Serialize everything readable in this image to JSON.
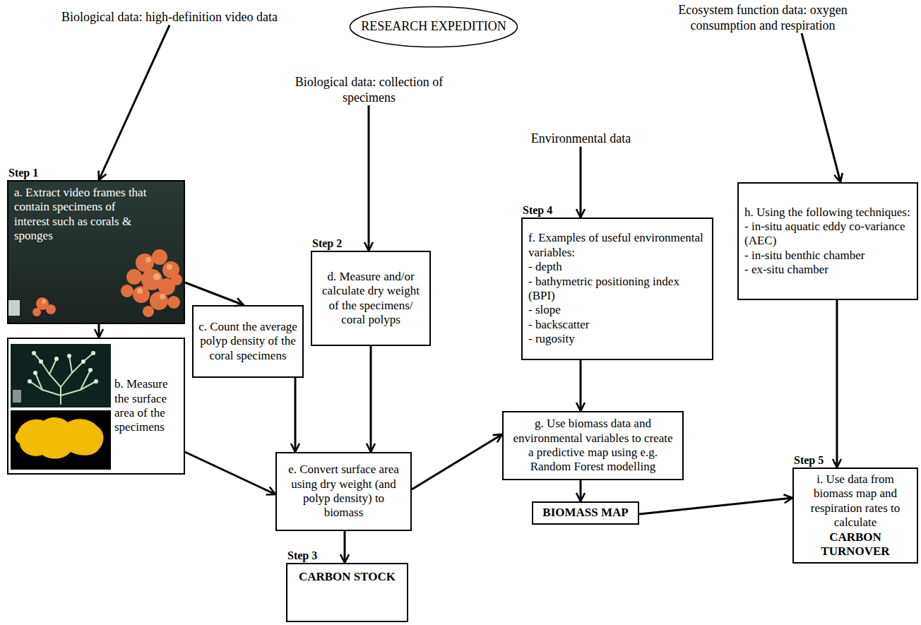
{
  "diagram": {
    "nodes": [
      {
        "text": [
          "RESEARCH EXPEDITION"
        ]
      },
      {
        "text": [
          "Biological data: high-definition video data"
        ]
      },
      {
        "text": [
          "Biological data: collection of specimens"
        ]
      },
      {
        "text": [
          "Environmental data"
        ]
      },
      {
        "text": [
          "Ecosystem function data: oxygen consumption and respiration"
        ]
      },
      {
        "text": [
          "Step 1",
          "a. Extract video frames that contain specimens of interest such as corals & sponges"
        ]
      },
      {
        "text": [
          "Step 2",
          "d. Measure and/or calculate dry weight of the specimens/ coral polyps"
        ]
      },
      {
        "text": [
          "Step 4",
          "f. Examples of useful environmental variables:",
          "- depth",
          "- bathymetric positioning index (BPI)",
          "- slope",
          "- backscatter",
          "- rugosity"
        ]
      },
      {
        "text": [
          "h. Using the following techniques:",
          "- in-situ aquatic eddy co-variance (AEC)",
          "- in-situ benthic chamber",
          "- ex-situ chamber"
        ]
      },
      {
        "text": [
          "b. Measure the surface area of the specimens"
        ]
      },
      {
        "text": [
          "c. Count the average polyp density of the coral specimens"
        ]
      },
      {
        "text": [
          "e. Convert surface area using dry weight (and polyp density) to biomass"
        ]
      },
      {
        "text": [
          "g. Use biomass data and environmental variables to create a predictive map using e.g. Random Forest modelling"
        ]
      },
      {
        "text": [
          "Step 5",
          "i. Use data from biomass map and respiration rates to calculate",
          "CARBON TURNOVER"
        ]
      },
      {
        "text": [
          "Step 3",
          "CARBON STOCK"
        ]
      },
      {
        "text": [
          "BIOMASS MAP"
        ]
      }
    ],
    "edges": [
      {
        "from": 1,
        "to": 5,
        "arrow": "to"
      },
      {
        "from": 2,
        "to": 6,
        "arrow": "to"
      },
      {
        "from": 3,
        "to": 7,
        "arrow": "to"
      },
      {
        "from": 4,
        "to": 8,
        "arrow": "to"
      },
      {
        "from": 5,
        "to": 9,
        "arrow": "to"
      },
      {
        "from": 5,
        "to": 10,
        "arrow": "to"
      },
      {
        "from": 9,
        "to": 11,
        "arrow": "to"
      },
      {
        "from": 10,
        "to": 11,
        "arrow": "to"
      },
      {
        "from": 6,
        "to": 11,
        "arrow": "to"
      },
      {
        "from": 11,
        "to": 14,
        "arrow": "to"
      },
      {
        "from": 11,
        "to": 12,
        "arrow": "to"
      },
      {
        "from": 7,
        "to": 12,
        "arrow": "to"
      },
      {
        "from": 12,
        "to": 15,
        "arrow": "to"
      },
      {
        "from": 15,
        "to": 13,
        "arrow": "to"
      },
      {
        "from": 8,
        "to": 13,
        "arrow": "to"
      }
    ]
  }
}
